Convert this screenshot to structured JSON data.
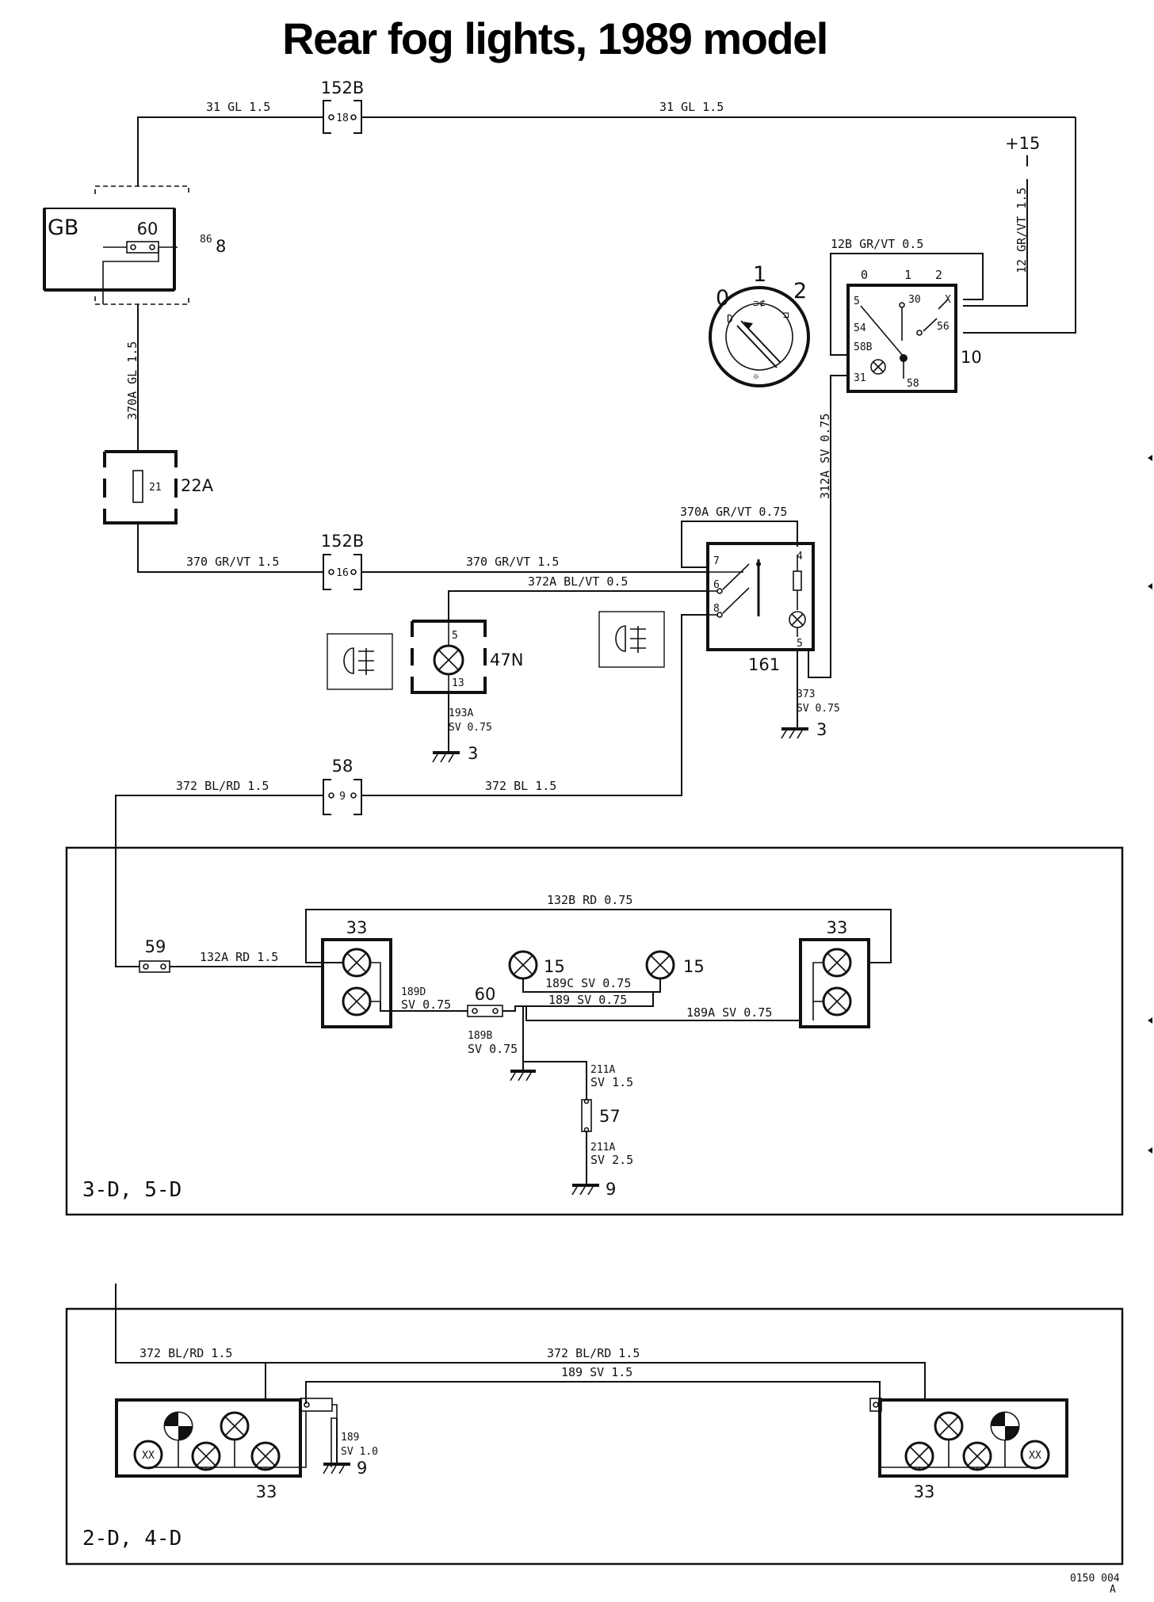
{
  "title": "Rear fog lights, 1989 model",
  "connectors": {
    "c152b_top": {
      "name": "152B",
      "pin": "18"
    },
    "c152b_mid": {
      "name": "152B",
      "pin": "16"
    },
    "c58": {
      "name": "58",
      "pin": "9"
    },
    "c59": {
      "name": "59"
    },
    "c60": {
      "name": "60"
    }
  },
  "components": {
    "relay_gb": {
      "label": "GB",
      "pin_top": "60",
      "pin_side": "86",
      "number": "8"
    },
    "fuse_22a": {
      "pin": "21",
      "number": "22A"
    },
    "switch_10": {
      "positions": [
        "0",
        "1",
        "2"
      ],
      "pins": {
        "p5": "5",
        "p30": "30",
        "x": "X",
        "p54": "54",
        "p56": "56",
        "p58b": "58B",
        "p31": "31",
        "p58": "58"
      },
      "number": "10"
    },
    "light_switch_dial": {
      "positions": [
        "0",
        "1",
        "2"
      ]
    },
    "relay_161": {
      "pins": {
        "p7": "7",
        "p6": "6",
        "p8": "8",
        "p4": "4",
        "p5": "5"
      },
      "number": "161"
    },
    "lamp_47n": {
      "pin_top": "5",
      "pin_bottom": "13",
      "number": "47N"
    },
    "ground_3a": {
      "number": "3"
    },
    "ground_3b": {
      "number": "3"
    },
    "ground_9a": {
      "number": "9"
    },
    "ground_9b": {
      "number": "9"
    },
    "fuse_57": {
      "number": "57"
    },
    "lamp_15a": {
      "number": "15"
    },
    "lamp_15b": {
      "number": "15"
    },
    "light_33_left": {
      "number": "33"
    },
    "light_33_right": {
      "number": "33"
    },
    "light_33_bl": {
      "number": "33",
      "marker": "XX"
    },
    "light_33_br": {
      "number": "33",
      "marker": "XX"
    },
    "supply_15": {
      "label": "+15"
    }
  },
  "wires": {
    "w31gl_left": "31 GL 1.5",
    "w31gl_right": "31 GL 1.5",
    "w12grvt_vert": "12 GR/VT 1.5",
    "w12grvt_top": "12B GR/VT 0.5",
    "w370a_gl": "370A GL 1.5",
    "w312a": "312A SV 0.75",
    "w370a_grvt": "370A GR/VT 0.75",
    "w370_left": "370 GR/VT 1.5",
    "w370_right": "370 GR/VT 1.5",
    "w372a": "372A BL/VT 0.5",
    "w193a_id": "193A",
    "w193a_spec": "SV 0.75",
    "w373_id": "373",
    "w373_spec": "SV 0.75",
    "w372_blrd": "372 BL/RD 1.5",
    "w372_bl": "372 BL 1.5",
    "w132b": "132B RD 0.75",
    "w132a": "132A RD 1.5",
    "w189d_id": "189D",
    "w189d_spec": "SV 0.75",
    "w189c": "189C SV 0.75",
    "w189": "189 SV 0.75",
    "w189a": "189A SV 0.75",
    "w189b_id": "189B",
    "w189b_spec": "SV 0.75",
    "w211a1_id": "211A",
    "w211a1_spec": "SV 1.5",
    "w211a2_id": "211A",
    "w211a2_spec": "SV 2.5",
    "w372_blrd_b1": "372 BL/RD 1.5",
    "w372_blrd_b2": "372 BL/RD 1.5",
    "w189_sv15": "189 SV 1.5",
    "w189_id": "189",
    "w189_spec": "SV 1.0"
  },
  "sections": {
    "s1": "3-D, 5-D",
    "s2": "2-D, 4-D"
  },
  "footer": {
    "code": "0150 004",
    "rev": "A"
  }
}
